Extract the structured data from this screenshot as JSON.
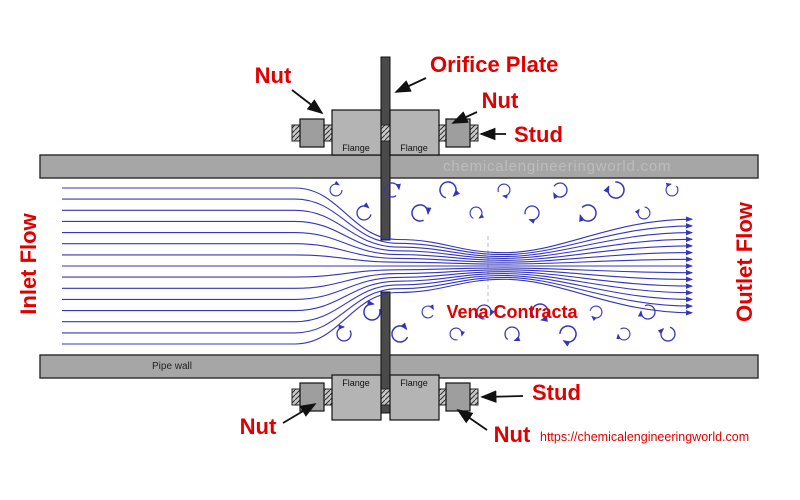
{
  "labels": {
    "inlet_flow": "Inlet Flow",
    "outlet_flow": "Outlet Flow",
    "orifice_plate": "Orifice Plate",
    "vena_contracta": "Vena Contracta",
    "nut_top_left": "Nut",
    "nut_top_right": "Nut",
    "nut_bottom_left": "Nut",
    "nut_bottom_right": "Nut",
    "stud_top": "Stud",
    "stud_bottom": "Stud",
    "flange_top_left": "Flange",
    "flange_top_right": "Flange",
    "flange_bottom_left": "Flange",
    "flange_bottom_right": "Flange",
    "pipe_wall": "Pipe wall"
  },
  "watermark": "chemicalengineeringworld.com",
  "website_url": "https://chemicalengineeringworld.com",
  "colors": {
    "label_red": "#e10000",
    "flow_blue": "#3535bb",
    "pipe_gray": "#a6a6a6",
    "flange_gray": "#b4b4b4",
    "plate_gray": "#4a4a4a"
  }
}
